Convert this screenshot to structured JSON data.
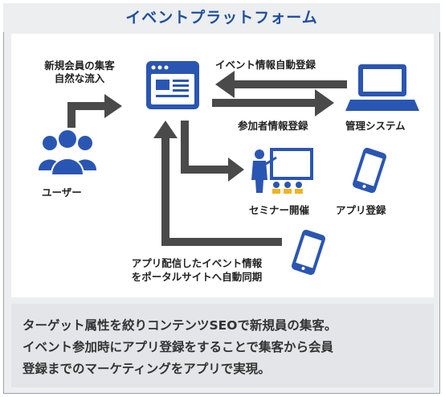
{
  "title": "イベントプラットフォーム",
  "labels": {
    "acquisition": [
      "新規会員の集客",
      "自然な流入"
    ],
    "event_info_reg": "イベント情報自動登録",
    "participant_reg": "参加者情報登録",
    "admin_system": "管理システム",
    "users": "ユーザー",
    "seminar": "セミナー開催",
    "app_reg": "アプリ登録",
    "app_notify": [
      "アプリ配信したイベント情報",
      "をポータルサイトへ自動同期"
    ]
  },
  "description": [
    "ターゲット属性を絞りコンテンツSEOで新規員の集客。",
    "イベント参加時にアプリ登録をすることで集客から会員",
    "登録までのマーケティングをアプリで実現。"
  ],
  "colors": {
    "title": "#1f4fa0",
    "icon_blue": "#2a56b3",
    "arrow_gray": "#4a4a4a",
    "seminar_yellow": "#f0b41c"
  },
  "icons": [
    "platform-window-icon",
    "laptop-icon",
    "users-icon",
    "seminar-icon",
    "smartphone-icon",
    "smartphone-icon"
  ]
}
